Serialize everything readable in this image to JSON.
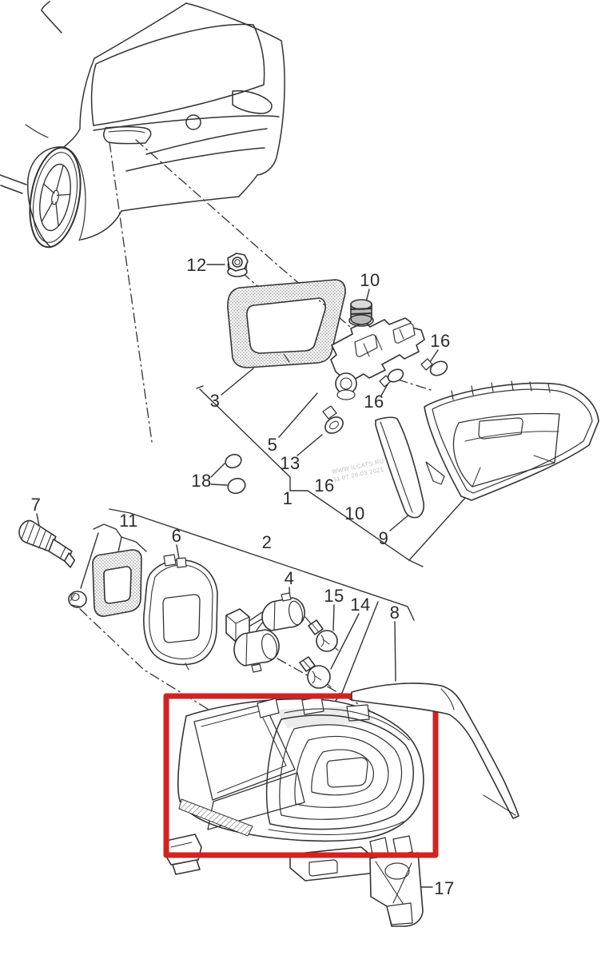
{
  "diagram": {
    "highlight_color": "#d32222",
    "line_color": "#333333",
    "background": "#ffffff",
    "watermark": {
      "line1": "WWW.ILCATS.RU",
      "line2": "11.07 26.03.2021",
      "color": "#bdbdbd"
    },
    "callouts": [
      {
        "text": "12"
      },
      {
        "text": "10"
      },
      {
        "text": "16"
      },
      {
        "text": "16"
      },
      {
        "text": "3"
      },
      {
        "text": "5"
      },
      {
        "text": "13"
      },
      {
        "text": "18"
      },
      {
        "text": "1"
      },
      {
        "text": "16"
      },
      {
        "text": "10"
      },
      {
        "text": "9"
      },
      {
        "text": "7"
      },
      {
        "text": "11"
      },
      {
        "text": "6"
      },
      {
        "text": "2"
      },
      {
        "text": "4"
      },
      {
        "text": "15"
      },
      {
        "text": "14"
      },
      {
        "text": "8"
      },
      {
        "text": "17"
      }
    ]
  }
}
